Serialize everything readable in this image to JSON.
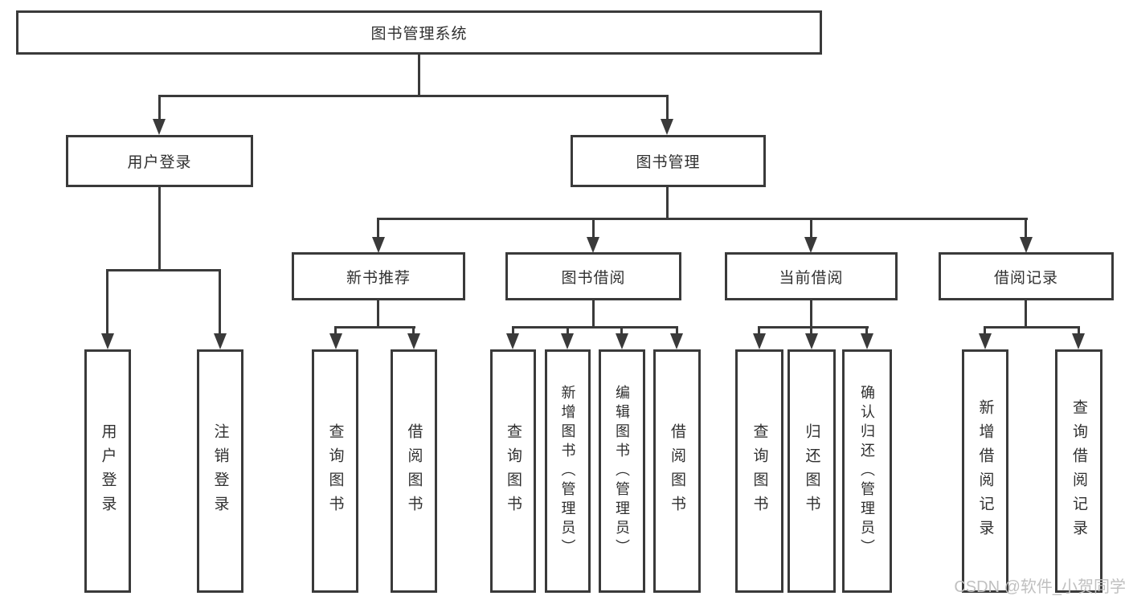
{
  "colors": {
    "line": "#3a3a3a",
    "text": "#303030",
    "watermark": "#c0c0c0",
    "background": "#ffffff"
  },
  "watermark": "CSDN @软件_小贺同学",
  "diagram": {
    "root": {
      "label": "图书管理系统"
    },
    "level2": [
      {
        "label": "用户登录"
      },
      {
        "label": "图书管理"
      }
    ],
    "level3": [
      {
        "label": "新书推荐"
      },
      {
        "label": "图书借阅"
      },
      {
        "label": "当前借阅"
      },
      {
        "label": "借阅记录"
      }
    ],
    "leaves": {
      "user_login": [
        "用户登录",
        "注销登录"
      ],
      "new_book": [
        "查询图书",
        "借阅图书"
      ],
      "borrow": [
        "查询图书",
        "新增图书（管理员）",
        "编辑图书（管理员）",
        "借阅图书"
      ],
      "current": [
        "查询图书",
        "归还图书",
        "确认归还（管理员）"
      ],
      "records": [
        "新增借阅记录",
        "查询借阅记录"
      ]
    }
  }
}
